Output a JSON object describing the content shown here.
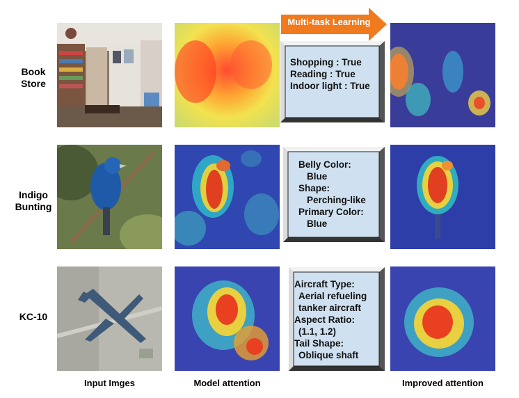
{
  "arrow": {
    "label": "Multi-task Learning",
    "color": "#f07a1e"
  },
  "rows": [
    {
      "label_line1": "Book",
      "label_line2": "Store",
      "attributes": [
        "Shopping : True",
        "Reading : True",
        "Indoor light : True"
      ]
    },
    {
      "label_line1": "Indigo",
      "label_line2": "Bunting",
      "attributes": [
        "Belly Color:",
        "   Blue",
        "Shape:",
        "   Perching-like",
        "Primary Color:",
        "   Blue"
      ]
    },
    {
      "label_line1": "KC-10",
      "label_line2": "",
      "attributes": [
        "Aircraft Type:",
        "  Aerial refueling",
        "  tanker aircraft",
        "Aspect Ratio:",
        "  (1.1, 1.2)",
        "Tail Shape:",
        "  Oblique shaft"
      ]
    }
  ],
  "columns": {
    "input": "Input Imges",
    "model": "Model attention",
    "improved": "Improved attention"
  },
  "colors": {
    "box_fill": "#cfe0f0",
    "box_bevel_light": "#f2f2f2",
    "box_bevel_dark": "#555555"
  }
}
